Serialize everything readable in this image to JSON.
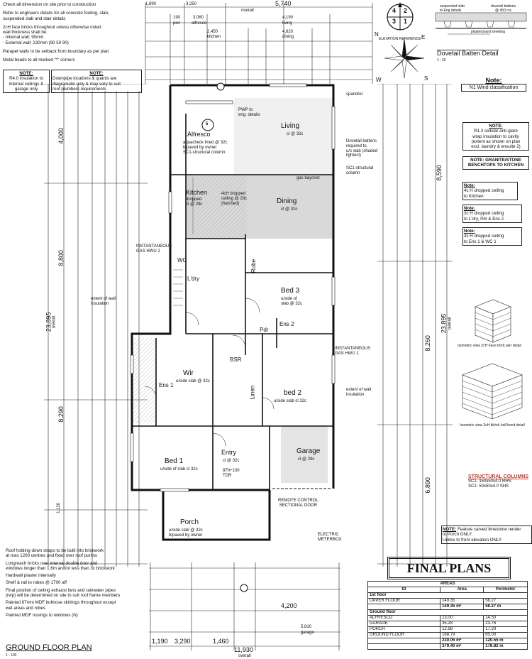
{
  "top_left_notes": [
    "Check all dimension on site prior to construction",
    "Refer to engineers details for all concrete footing, slab,",
    "suspended slab and stair details",
    "2cH face bricks throughout unless otherwise noted",
    "wall thickness shall be:",
    "- Internal wall: 90mm",
    "- External wall: 230mm (90 50 90)",
    "Parapet walls to be setback from boundary as per plan",
    "Metal beads to all marked \"*\" corners"
  ],
  "note_r4": {
    "title": "NOTE:",
    "text": [
      "R4.0 insulation to",
      "internal ceilings &",
      "garage only"
    ]
  },
  "note_downpipe": {
    "title": "NOTE:",
    "text": [
      "Downpipe locations & quants are",
      "diagramatic only & may vary to suit",
      "roof plumbers requirements"
    ]
  },
  "top_dims": {
    "overall_a": "1,890",
    "overall_b": "3,250",
    "overall_c": "5,740",
    "overall_label": "overall",
    "alfresco": "3,060",
    "alfresco_label": "alfresco",
    "kitchen": "2,450",
    "kitchen_label": "kitchen",
    "pier": "190",
    "pier_label": "pier",
    "dining": "4,620",
    "dining_label": "dining",
    "living": "4,190",
    "living_label": "living"
  },
  "bottom_dims": {
    "total": "11,930",
    "total_label": "overall",
    "a": "1,190",
    "b": "3,290",
    "c": "1,460",
    "d": "4,200",
    "garage": "5,810",
    "garage_label": "garage"
  },
  "left_dims": {
    "overall": "23,895",
    "overall_label": "overall",
    "a": "4,000",
    "b": "8,800",
    "c": "8,290",
    "d": "1,120"
  },
  "right_dims": {
    "overall": "23,895",
    "overall_label": "overall",
    "a": "8,590",
    "b": "8,260",
    "c": "6,890"
  },
  "compass": {
    "elevation_ref": "ELEVATION REFERENCE",
    "n": "N",
    "s": "S",
    "e": "E",
    "w": "W",
    "q1": "1",
    "q2": "2",
    "q3": "3",
    "q4": "4"
  },
  "dovetail": {
    "title": "Dovetail Batten Detail",
    "scale": "1 : 20",
    "suspended": "suspended slab",
    "to_eng": "to Eng details",
    "dovetail_battens": "dovetail battens",
    "at": "@ 450 crs",
    "plasterboard": "plasterboard sheeting"
  },
  "note_wind": {
    "title": "Note:",
    "text": "N1 Wind classification"
  },
  "note_r13": {
    "title": "NOTE:",
    "text": [
      "R1.3 cellular anti-glare",
      "wrap insulation to cavity",
      "(extent as shown on plan",
      "excl. laundry & ensuite 2)"
    ]
  },
  "note_granite": {
    "title": "NOTE: GRANITE/STONE",
    "text": "BENCHTOPS TO KITCHEN"
  },
  "note_4c": {
    "title": "Note:",
    "text": [
      "4c H dropped ceiling",
      "to Kitchen"
    ]
  },
  "note_3c_ldry": {
    "title": "Note:",
    "text": [
      "3c H dropped ceiling",
      "to L'dry, Pdr & Ens 2"
    ]
  },
  "note_3c_ens1": {
    "title": "Note:",
    "text": [
      "3c H dropped ceiling",
      "to Ens 1 & WC 1"
    ]
  },
  "iso1": "Isometric view 2cH Face brick pier detail",
  "iso2": "Isometric view 2cH bk/wk half bond detail",
  "structural": {
    "title": "STRUCTURAL COLUMNS",
    "sc1": "SC1- 150x50x4.0 RHS",
    "sc2": "SC2- 50x50x4.0 SHS"
  },
  "note_feature": {
    "title": "NOTE:",
    "text": [
      "Feature carved limestone render",
      "to Porch ONLY.",
      "Unitex to front elevation ONLY"
    ]
  },
  "final_plans": "FINAL PLANS",
  "areas": {
    "title": "AREAS",
    "headers": [
      "ID",
      "Area",
      "Perimeter"
    ],
    "first_floor_label": "1st floor",
    "first_floor": [
      [
        "UPPER FLOOR",
        "149.35",
        "58.27"
      ]
    ],
    "first_total": [
      "149.35 m²",
      "58.27 m"
    ],
    "ground_floor_label": "Ground floor",
    "ground_floor": [
      [
        "ALFRESCO",
        "13.00",
        "14.50"
      ],
      [
        "GARAGE",
        "35.28",
        "23.76"
      ],
      [
        "PORCH",
        "12.98",
        "17.29"
      ],
      [
        "GROUND FLOOR",
        "168.79",
        "65.00"
      ]
    ],
    "ground_total": [
      "230.05 m²",
      "120.55 m"
    ],
    "grand_total": [
      "379.40 m²",
      "178.82 m"
    ]
  },
  "bottom_notes": [
    "Roof holding down straps to be built into brickwork",
    "at max 1200 centres and fixed over roof purlins",
    "Longreach bricks over internal double door and",
    "windows longer than 1.6m and/or less than 3c brickwork",
    "Hardwall plaster internally",
    "Shelf & rail to robes @ 1700 aff",
    "Final position of ceiling exhaust fans and rainwater pipes",
    "(rwp) will be determined on site to suit roof frame members",
    "Painted 67mm MDF bullnose skirtings throughout except",
    "wet areas and robes",
    "Painted MDF nosings to windows (N)"
  ],
  "plan_title": "GROUND FLOOR PLAN",
  "plan_scale": "1 : 100",
  "rooms": {
    "alfresco": "Alfresco",
    "alfresco_sub": "aquacheck lined @ 32c\nb/paved by owner\nSC1-structural column",
    "living": "Living",
    "living_sub": "cl @ 32c",
    "kitchen": "Kitchen",
    "kitchen_sub": "dropped\ncl @ 29c",
    "dining": "Dining",
    "dining_sub": "cl @ 32c",
    "bed3": "Bed 3",
    "bed3_sub": "u/side of\nslab @ 32c",
    "bed2": "bed 2",
    "bed2_sub": "u/side slab cl 32c",
    "bed1": "Bed 1",
    "bed1_sub": "u/side of slab cl 32c",
    "wir": "Wir",
    "wir_sub": "u/side slab @ 32c",
    "ens1": "Ens 1",
    "entry": "Entry",
    "entry_sub": "cl @ 32c",
    "garage": "Garage",
    "garage_sub": "cl @ 29c",
    "porch": "Porch",
    "porch_sub": "u/side slab @ 32c\nb/paved by owner",
    "ldry": "L'dry",
    "robe": "Robe",
    "pdr": "Pdr",
    "ens2": "Ens 2",
    "wc": "WC",
    "bsr": "BSR",
    "linen": "Linen"
  },
  "plan_labels": {
    "spandrel": "spandrel",
    "pwp": "PWP to\neng. details",
    "gas_bayonet": "gas bayonet",
    "dropped_ceiling": "4cH dropped\nceiling @ 29c\n(hatched)",
    "extent_wall": "extent of wall\ninsulation",
    "remote": "REMOTE CONTROL\nSECTIONAL DOOR",
    "meterbox": "ELECTRIC\nMETERBOX",
    "tdr": "870+100\nTDR",
    "dovetail_note": "Dovetail battens\nrequired to\nu/s slab (shaded\nlightest)",
    "sc1_note": "SC1-structural\ncolumn",
    "hwu1": "INSTANTANEOUS\nGAS HWU 1",
    "hwu2": "INSTANTANEOUS\nGAS HWU 2"
  }
}
